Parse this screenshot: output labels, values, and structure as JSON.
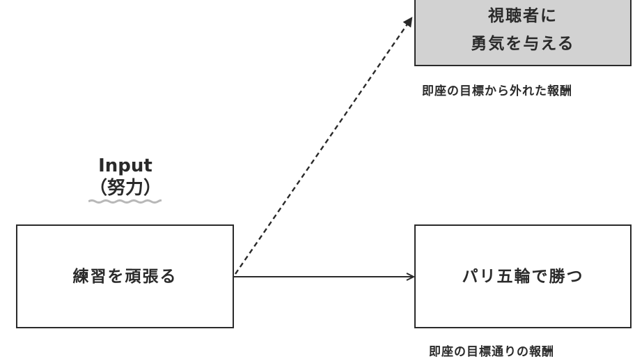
{
  "input_heading": {
    "line1": "Input",
    "line2": "（努力）"
  },
  "nodes": {
    "practice": {
      "label": "練習を頑張る"
    },
    "win_olympics": {
      "label": "パリ五輪で勝つ"
    },
    "inspire_viewers": {
      "line1": "視聴者に",
      "line2": "勇気を与える"
    }
  },
  "captions": {
    "off_target_reward": "即座の目標から外れた報酬",
    "on_target_reward": "即座の目標通りの報酬"
  },
  "colors": {
    "line": "#2a2a2a",
    "highlight_box": "#d2d2d2",
    "squiggle": "#b8b8b8"
  },
  "edges": [
    {
      "from": "practice",
      "to": "win_olympics",
      "style": "solid"
    },
    {
      "from": "practice",
      "to": "inspire_viewers",
      "style": "dashed"
    }
  ]
}
